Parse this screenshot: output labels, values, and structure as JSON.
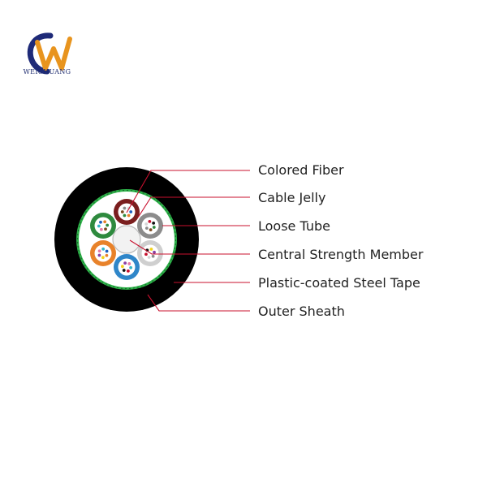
{
  "brand": {
    "name": "WEICHUANG",
    "logo_icon": "weichuang-w-logo",
    "colors": {
      "blue": "#1e2a78",
      "orange": "#e8941e"
    }
  },
  "diagram": {
    "labels": [
      {
        "id": "colored-fiber",
        "text": "Colored Fiber"
      },
      {
        "id": "cable-jelly",
        "text": "Cable Jelly"
      },
      {
        "id": "loose-tube",
        "text": "Loose Tube"
      },
      {
        "id": "central-strength-member",
        "text": "Central Strength Member"
      },
      {
        "id": "plastic-coated-steel-tape",
        "text": "Plastic-coated Steel Tape"
      },
      {
        "id": "outer-sheath",
        "text": "Outer Sheath"
      }
    ],
    "colors": {
      "leader_line": "#c8102e",
      "outer_sheath": "#000000",
      "steel_tape": "#2eb34a",
      "tube_colors": [
        "#7a1e1e",
        "#8c8c8c",
        "#bdbdbd",
        "#2f86c9",
        "#e8822a",
        "#2e8a3e"
      ]
    }
  }
}
